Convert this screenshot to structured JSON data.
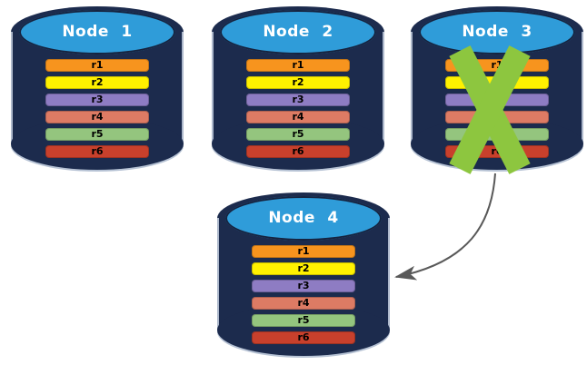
{
  "diagram": {
    "nodes": [
      {
        "label": "Node 1",
        "status": "healthy",
        "replicas": [
          "r1",
          "r2",
          "r3",
          "r4",
          "r5",
          "r6"
        ]
      },
      {
        "label": "Node 2",
        "status": "healthy",
        "replicas": [
          "r1",
          "r2",
          "r3",
          "r4",
          "r5",
          "r6"
        ]
      },
      {
        "label": "Node 3",
        "status": "failed",
        "replicas": [
          "r1",
          "r2",
          "r3",
          "r4",
          "r5",
          "r6"
        ]
      },
      {
        "label": "Node 4",
        "status": "healthy",
        "replicas": [
          "r1",
          "r2",
          "r3",
          "r4",
          "r5",
          "r6"
        ]
      }
    ],
    "replica_colors": [
      "#F7941E",
      "#FFF100",
      "#8E7CC3",
      "#DD7B64",
      "#94C57E",
      "#C8402C"
    ],
    "colors": {
      "cylinder_body": "#1C2B4D",
      "cylinder_top": "#2F9CD9",
      "failure_x": "#8DC63F",
      "arrow": "#595959",
      "node_label": "#FFFFFF",
      "replica_label": "#000000",
      "background": "#FFFFFF"
    },
    "arrow": {
      "from": "Node 3",
      "to": "Node 4"
    }
  }
}
